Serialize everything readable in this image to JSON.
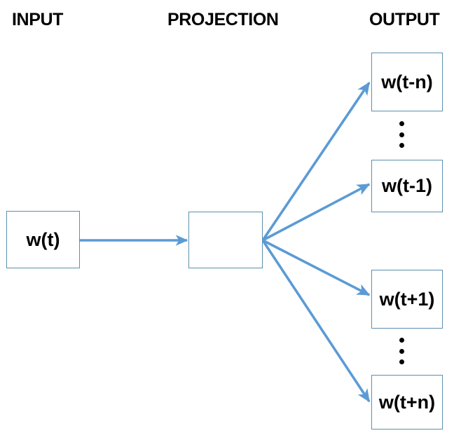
{
  "headers": {
    "input": "INPUT",
    "projection": "PROJECTION",
    "output": "OUTPUT"
  },
  "nodes": {
    "input": {
      "label": "w(t)"
    },
    "projection": {
      "label": ""
    },
    "outputs": [
      {
        "label": "w(t-n)"
      },
      {
        "label": "w(t-1)"
      },
      {
        "label": "w(t+1)"
      },
      {
        "label": "w(t+n)"
      }
    ]
  },
  "ellipsis": {
    "glyph": "vertical-ellipsis",
    "count": 3
  },
  "edges": {
    "input_to_projection": "arrow-right",
    "projection_to_outputs": 4
  },
  "colors": {
    "box_border": "#5b8fae",
    "arrow": "#5b9bd5",
    "text": "#000000",
    "background": "#ffffff"
  }
}
